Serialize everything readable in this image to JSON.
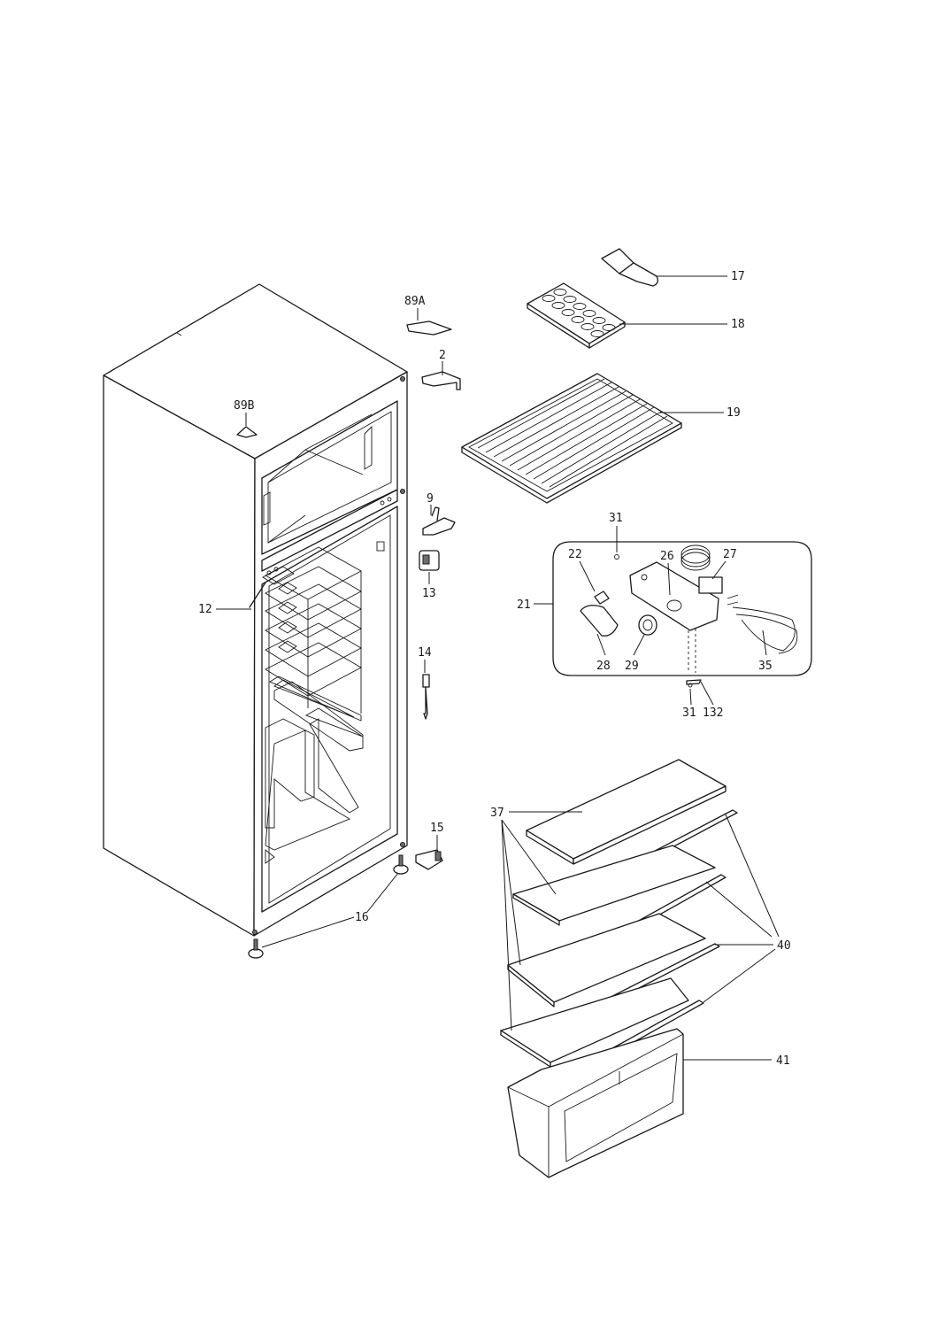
{
  "diagram": {
    "part_labels": {
      "p17": "17",
      "p18": "18",
      "p19": "19",
      "p89a": "89A",
      "p2": "2",
      "p89b": "89B",
      "p9": "9",
      "p13": "13",
      "p12": "12",
      "p14": "14",
      "p31_top": "31",
      "p22": "22",
      "p26": "26",
      "p27": "27",
      "p21": "21",
      "p28": "28",
      "p29": "29",
      "p35": "35",
      "p31_bottom": "31",
      "p132": "132",
      "p37": "37",
      "p15": "15",
      "p16": "16",
      "p40": "40",
      "p41": "41"
    }
  }
}
